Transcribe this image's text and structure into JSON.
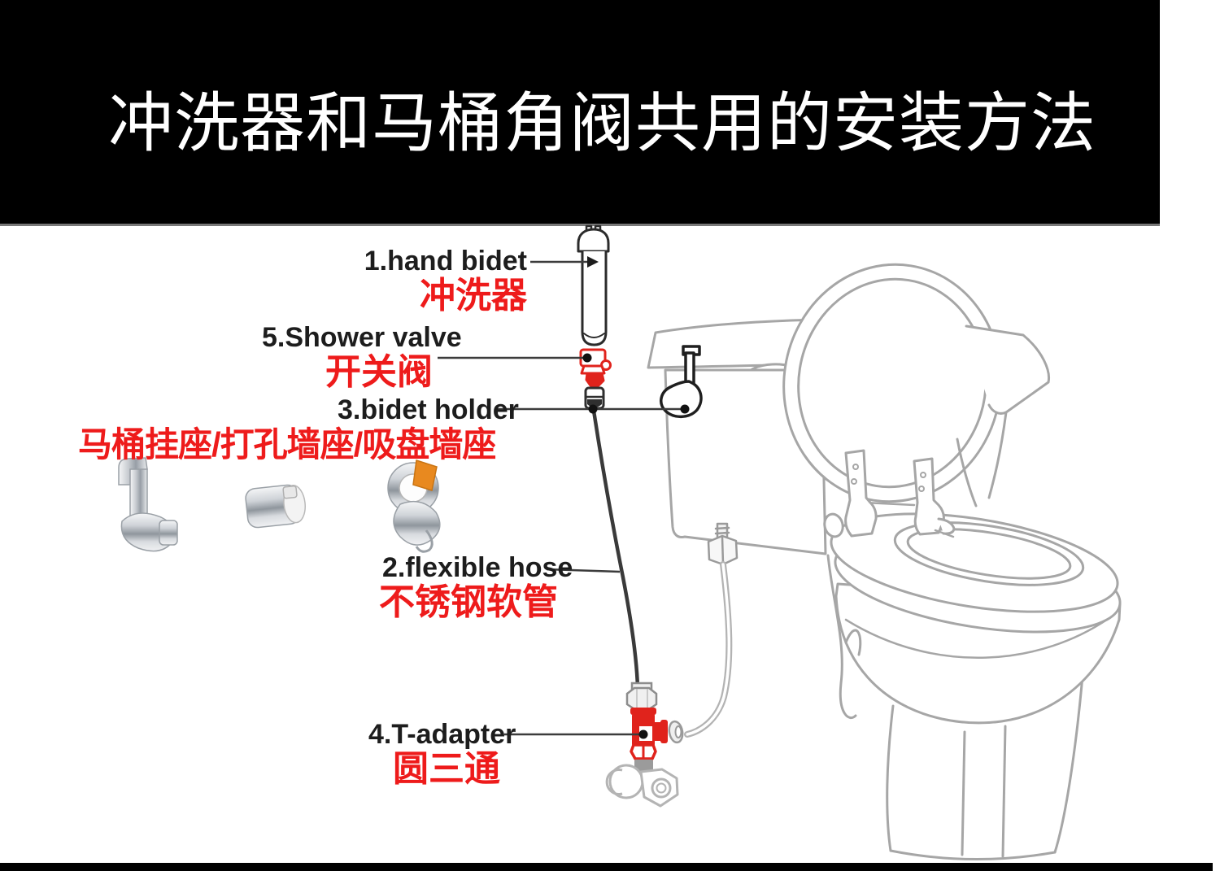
{
  "page": {
    "title": "冲洗器和马桶角阀共用的安装方法"
  },
  "labels": {
    "hand_bidet": {
      "en": "1.hand bidet",
      "zh": "冲洗器"
    },
    "shower_valve": {
      "en": "5.Shower valve",
      "zh": "开关阀"
    },
    "bidet_holder": {
      "en": "3.bidet holder",
      "zh": "马桶挂座/打孔墙座/吸盘墙座"
    },
    "flexible_hose": {
      "en": "2.flexible hose",
      "zh": "不锈钢软管"
    },
    "t_adapter": {
      "en": "4.T-adapter",
      "zh": "圆三通"
    }
  },
  "colors": {
    "header_bg": "#000000",
    "title_text": "#ffffff",
    "label_en": "#1d1d1d",
    "label_zh": "#ee1b1b",
    "part_red": "#e0231c",
    "toilet_line_gray": "#a6a6a6",
    "hose_dark": "#3a3a3a",
    "suction_lever_orange": "#e8891f"
  }
}
